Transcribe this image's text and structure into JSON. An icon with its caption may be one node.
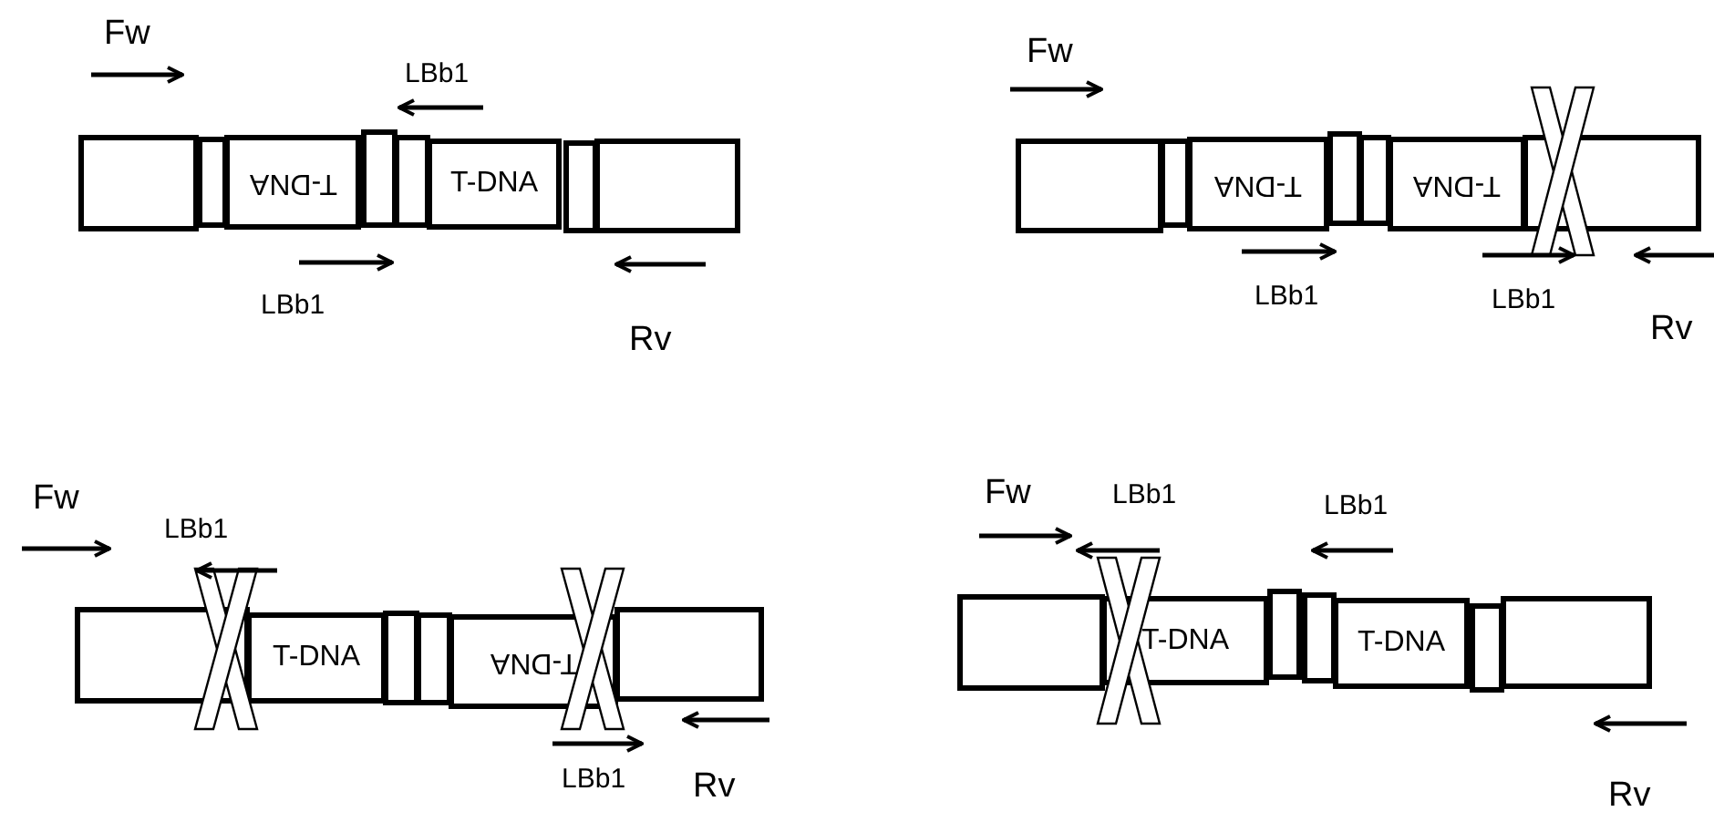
{
  "diagram": {
    "nodes": [
      {
        "text": [],
        "shape": "box"
      },
      {
        "text": [],
        "shape": "box"
      },
      {
        "text": [
          "T-DNA"
        ]
      },
      {
        "text": [],
        "shape": "box"
      },
      {
        "text": [],
        "shape": "box"
      },
      {
        "text": [
          "T-DNA"
        ]
      },
      {
        "text": [],
        "shape": "box"
      },
      {
        "text": [],
        "shape": "box"
      },
      {
        "text": [],
        "shape": "box"
      },
      {
        "text": [],
        "shape": "box"
      },
      {
        "text": [
          "T-DNA"
        ]
      },
      {
        "text": [],
        "shape": "box"
      },
      {
        "text": [],
        "shape": "box"
      },
      {
        "text": [
          "T-DNA"
        ]
      },
      {
        "text": [],
        "shape": "box"
      },
      {
        "text": [],
        "shape": "box"
      },
      {
        "text": [
          "T-DNA"
        ]
      },
      {
        "text": [],
        "shape": "box"
      },
      {
        "text": [],
        "shape": "box"
      },
      {
        "text": [
          "T-DNA"
        ]
      },
      {
        "text": [],
        "shape": "box"
      },
      {
        "text": [],
        "shape": "box"
      },
      {
        "text": [
          "T-DNA"
        ]
      },
      {
        "text": [],
        "shape": "box"
      },
      {
        "text": [],
        "shape": "box"
      },
      {
        "text": [
          "T-DNA"
        ]
      },
      {
        "text": [],
        "shape": "box"
      },
      {
        "text": [],
        "shape": "box"
      }
    ],
    "edges": [],
    "labels": [
      "Fw",
      "LBb1",
      "LBb1",
      "Rv",
      "Fw",
      "LBb1",
      "LBb1",
      "Rv",
      "Fw",
      "LBb1",
      "LBb1",
      "Rv",
      "Fw",
      "LBb1",
      "LBb1",
      "Rv"
    ]
  }
}
